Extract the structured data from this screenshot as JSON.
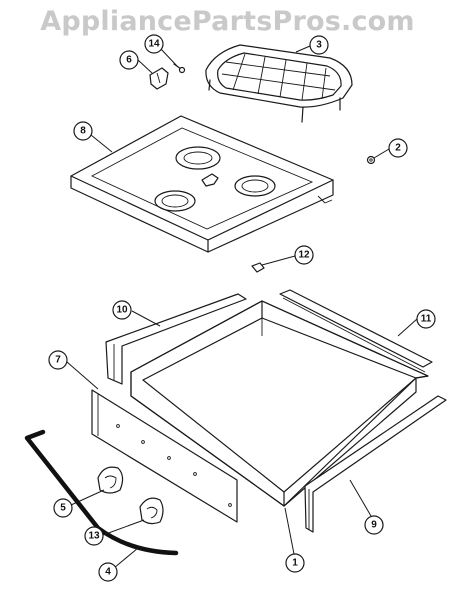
{
  "watermark": "AppliancePartsPros.com",
  "callouts": [
    "14",
    "3",
    "6",
    "8",
    "2",
    "12",
    "10",
    "11",
    "7",
    "5",
    "13",
    "4",
    "1",
    "9"
  ]
}
